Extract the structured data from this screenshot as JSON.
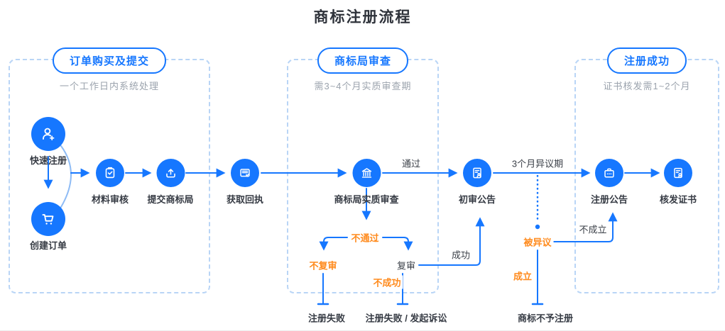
{
  "title": "商标注册流程",
  "colors": {
    "primary_blue": "#1677ff",
    "accent_orange": "#ff8a1c",
    "dashed_border_blue": "#b9d5f6",
    "text_dark": "#363b44",
    "text_gray": "#9ba3ad"
  },
  "sections": [
    {
      "badge": "订单购买及提交",
      "subtitle": "一个工作日内系统处理"
    },
    {
      "badge": "商标局审查",
      "subtitle": "需3~4个月实质审查期"
    },
    {
      "badge": "注册成功",
      "subtitle": "证书核发需1~2个月"
    }
  ],
  "nodes": [
    {
      "label": "快速注册",
      "icon": "user-add-icon"
    },
    {
      "label": "创建订单",
      "icon": "cart-icon"
    },
    {
      "label": "材料审核",
      "icon": "clipboard-check-icon"
    },
    {
      "label": "提交商标局",
      "icon": "upload-icon"
    },
    {
      "label": "获取回执",
      "icon": "mail-receipt-icon"
    },
    {
      "label": "商标局实质审查",
      "icon": "bank-icon"
    },
    {
      "label": "初审公告",
      "icon": "document-user-icon"
    },
    {
      "label": "注册公告",
      "icon": "briefcase-icon"
    },
    {
      "label": "核发证书",
      "icon": "certificate-icon"
    }
  ],
  "edge_labels": {
    "pass": "通过",
    "objection_period": "3个月异议期",
    "fail": "不通过",
    "no_review": "不复审",
    "review": "复审",
    "success": "成功",
    "unsuccessful": "不成功",
    "objected": "被异议",
    "established": "成立",
    "not_established": "不成立"
  },
  "outcomes": {
    "register_fail": "注册失败",
    "register_fail_lawsuit": "注册失败 / 发起诉讼",
    "not_registered": "商标不予注册"
  }
}
